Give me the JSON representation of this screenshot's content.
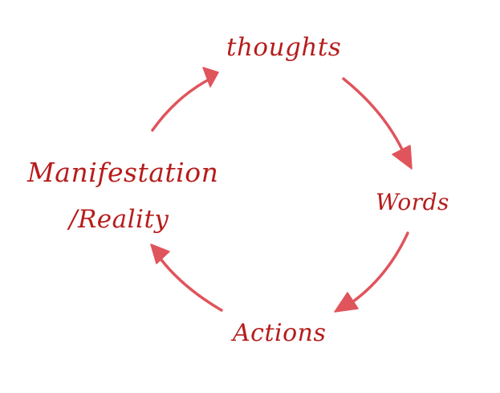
{
  "diagram": {
    "type": "cycle",
    "nodes": [
      {
        "id": "thoughts",
        "label": "thoughts"
      },
      {
        "id": "words",
        "label": "Words"
      },
      {
        "id": "actions",
        "label": "Actions"
      },
      {
        "id": "manifestation",
        "label": "Manifestation",
        "label_line2": "/Reality"
      }
    ],
    "edges": [
      {
        "from": "thoughts",
        "to": "words"
      },
      {
        "from": "words",
        "to": "actions"
      },
      {
        "from": "actions",
        "to": "manifestation"
      },
      {
        "from": "manifestation",
        "to": "thoughts"
      }
    ],
    "colors": {
      "text": "#b71c1c",
      "arrow": "#e0545c",
      "background": "#ffffff"
    }
  }
}
